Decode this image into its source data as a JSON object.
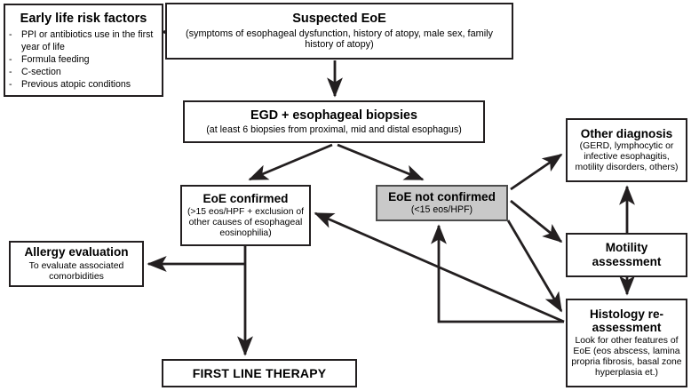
{
  "diagram": {
    "title": "Suspected EoE diagnostic algorithm flowchart",
    "colors": {
      "stroke": "#231f20",
      "gray_fill": "#c9c9c9",
      "gray_stroke": "#4d4d4d",
      "background": "#ffffff"
    }
  },
  "nodes": {
    "risk": {
      "title": "Early life risk factors",
      "bullets": [
        "PPI or antibiotics use in the first year of life",
        "Formula feeding",
        "C-section",
        "Previous atopic conditions"
      ],
      "bullet_marker": "-"
    },
    "suspected": {
      "title": "Suspected EoE",
      "subtitle": "(symptoms of esophageal dysfunction, history of atopy, male sex, family history of atopy)"
    },
    "egd": {
      "title": "EGD + esophageal biopsies",
      "subtitle": "(at least 6 biopsies from proximal, mid and distal esophagus)"
    },
    "confirmed": {
      "title": "EoE confirmed",
      "subtitle": "(>15 eos/HPF + exclusion of other causes of esophageal eosinophilia)"
    },
    "not_confirmed": {
      "title": "EoE not confirmed",
      "subtitle": "(<15 eos/HPF)",
      "fill": "#c9c9c9"
    },
    "other_diagnosis": {
      "title": "Other diagnosis",
      "subtitle": "(GERD, lymphocytic or infective esophagitis, motility disorders, others)"
    },
    "motility": {
      "title": "Motility assessment"
    },
    "histology": {
      "title": "Histology re-assessment",
      "subtitle": "Look for other features of EoE (eos abscess, lamina propria fibrosis, basal zone hyperplasia et.)"
    },
    "allergy": {
      "title": "Allergy evaluation",
      "subtitle": "To evaluate associated comorbidities"
    },
    "first_line": {
      "title": "FIRST LINE THERAPY"
    }
  },
  "edges": [
    {
      "name": "risk-to-suspected",
      "from": "risk",
      "to": "suspected",
      "style": "horizontal-arrow"
    },
    {
      "name": "suspected-to-egd",
      "from": "suspected",
      "to": "egd",
      "style": "vertical-arrow"
    },
    {
      "name": "egd-to-confirmed",
      "from": "egd",
      "to": "confirmed",
      "style": "diagonal-arrow"
    },
    {
      "name": "egd-to-not-confirmed",
      "from": "egd",
      "to": "not_confirmed",
      "style": "diagonal-arrow"
    },
    {
      "name": "not-confirmed-to-other-diagnosis",
      "from": "not_confirmed",
      "to": "other_diagnosis",
      "style": "diagonal-arrow"
    },
    {
      "name": "not-confirmed-to-motility",
      "from": "not_confirmed",
      "to": "motility",
      "style": "diagonal-arrow"
    },
    {
      "name": "not-confirmed-to-histology",
      "from": "not_confirmed",
      "to": "histology",
      "style": "diagonal-arrow"
    },
    {
      "name": "other-diagnosis-to-motility",
      "from": "motility",
      "to": "other_diagnosis",
      "style": "vertical-arrow"
    },
    {
      "name": "motility-to-histology",
      "from": "motility",
      "to": "histology",
      "style": "vertical-arrow"
    },
    {
      "name": "histology-to-confirmed",
      "from": "histology",
      "to": "confirmed",
      "style": "diagonal-arrow"
    },
    {
      "name": "histology-to-not-confirmed",
      "from": "histology",
      "to": "not_confirmed",
      "style": "elbow-arrow"
    },
    {
      "name": "confirmed-to-allergy",
      "from": "confirmed",
      "to": "allergy",
      "style": "elbow-arrow"
    },
    {
      "name": "confirmed-to-first-line",
      "from": "confirmed",
      "to": "first_line",
      "style": "vertical-arrow"
    }
  ]
}
